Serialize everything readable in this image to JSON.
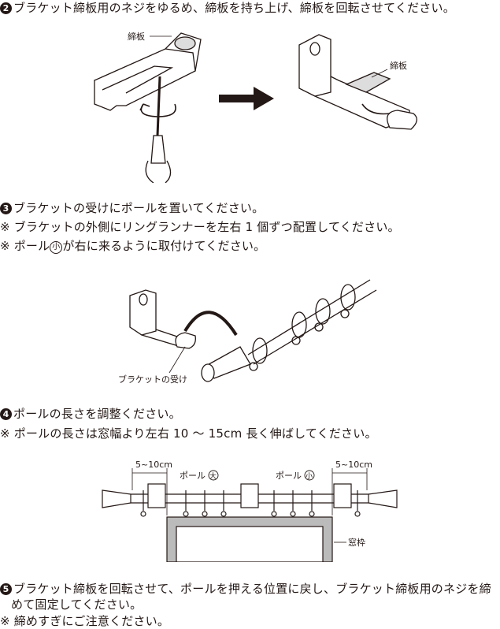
{
  "step2": {
    "num": "2",
    "text": "ブラケット締板用のネジをゆるめ、締板を持ち上げ、締板を回転させてください。"
  },
  "fig1": {
    "label_left": "締板",
    "label_right": "締板"
  },
  "step3": {
    "num": "3",
    "text": "ブラケットの受けにポールを置いてください。"
  },
  "note3a": "※ ブラケットの外側にリングランナーを左右 1 個ずつ配置してください。",
  "note3b": {
    "prefix": "※ ポール",
    "circ": "小",
    "suffix": "が右に来るように取付けてください。"
  },
  "fig2": {
    "label": "ブラケットの受け"
  },
  "step4": {
    "num": "4",
    "text": "ポールの長さを調整ください。"
  },
  "note4": "※ ポールの長さは窓幅より左右 10 ～ 15cm 長く伸ばしてください。",
  "fig3": {
    "dim_left": "5~10cm",
    "dim_right": "5~10cm",
    "pole_large": "ポール",
    "pole_large_circ": "大",
    "pole_small": "ポール",
    "pole_small_circ": "小",
    "window_frame": "窓枠"
  },
  "step5": {
    "num": "5",
    "line1": "ブラケット締板を回転させて、ポールを押える位置に戻し、ブラケット締板用のネジを締",
    "line2": "めて固定してください。"
  },
  "note5": "※ 締めすぎにご注意ください。"
}
